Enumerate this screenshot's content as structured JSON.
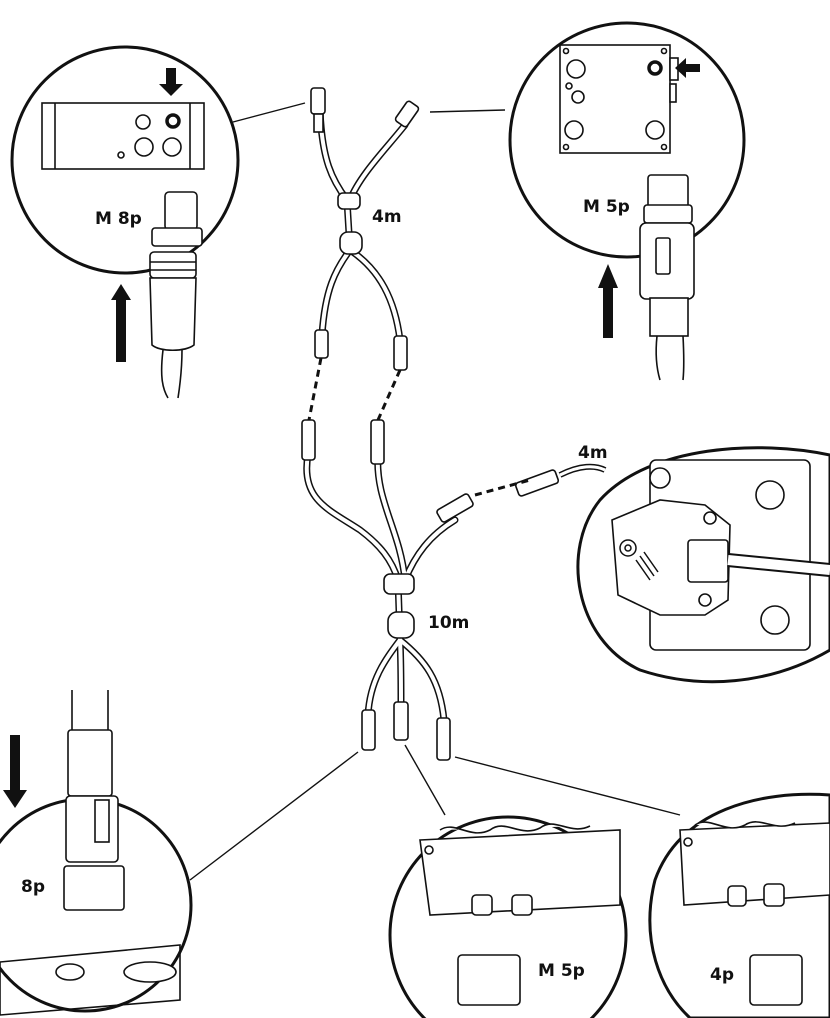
{
  "labels": {
    "top_left_connector": "M 8p",
    "top_right_connector": "M 5p",
    "upper_cable_length": "4m",
    "side_cable_length": "4m",
    "main_cable_length": "10m",
    "bottom_left_connector": "8p",
    "bottom_middle_connector": "M 5p",
    "bottom_right_connector": "4p"
  },
  "colors": {
    "line": "#111111",
    "background": "#ffffff"
  },
  "icons": [
    "arrow-down-icon",
    "arrow-left-icon",
    "arrow-up-icon",
    "gear-symbol-icon"
  ]
}
